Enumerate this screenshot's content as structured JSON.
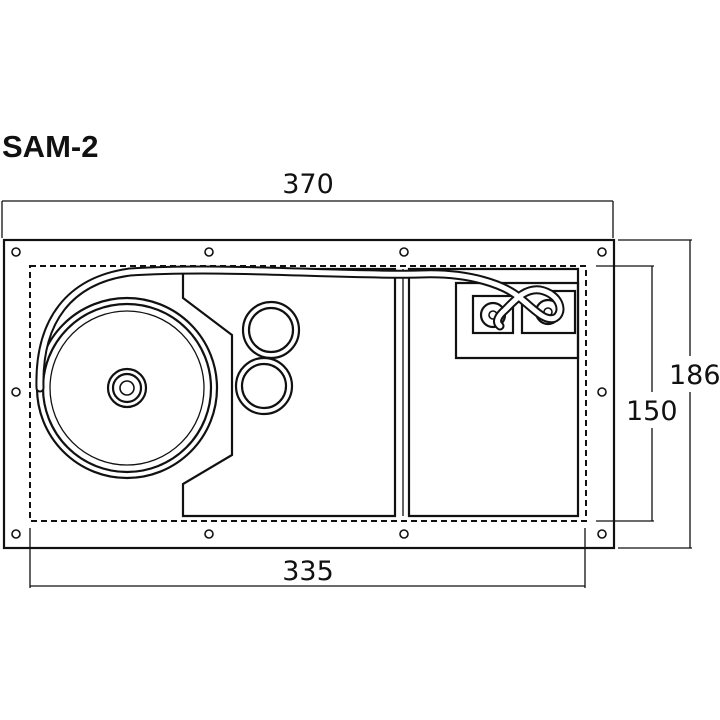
{
  "model": "SAM-2",
  "dimensions": {
    "overall_width": "370",
    "overall_height": "186",
    "inner_height": "150",
    "inner_width": "335"
  }
}
